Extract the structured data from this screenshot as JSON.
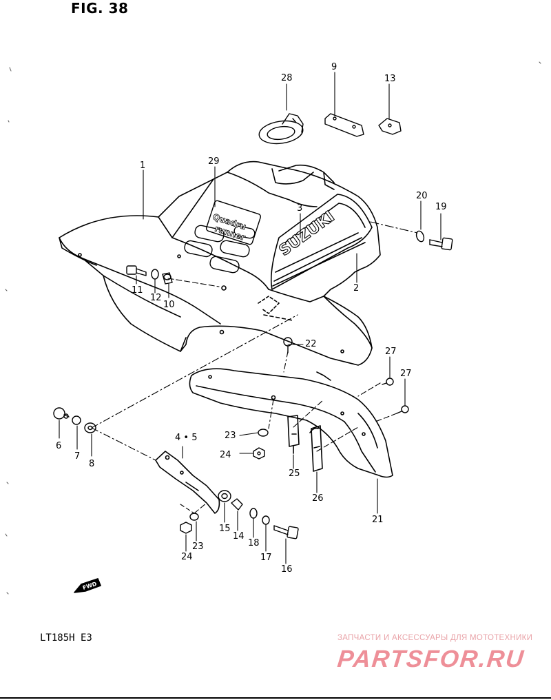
{
  "figure": {
    "title": "FIG. 38"
  },
  "model_code": "LT185H  E3",
  "emblem": {
    "brand": "SUZUKI",
    "model_line1": "Quadru",
    "model_line2": "runner"
  },
  "direction_arrow": "FWD",
  "parts": [
    "1",
    "2",
    "3",
    "4 • 5",
    "6",
    "7",
    "8",
    "9",
    "10",
    "11",
    "12",
    "13",
    "14",
    "15",
    "16",
    "17",
    "18",
    "19",
    "20",
    "21",
    "22",
    "23",
    "24",
    "23",
    "24",
    "25",
    "26",
    "27",
    "27",
    "28",
    "29"
  ],
  "watermark": {
    "tagline": "ЗАПЧАСТИ И АКСЕССУАРЫ ДЛЯ МОТОТЕХНИКИ",
    "logo": "PARTSFOR.RU"
  },
  "colors": {
    "line": "#000000",
    "watermark": "#ee8f98"
  }
}
